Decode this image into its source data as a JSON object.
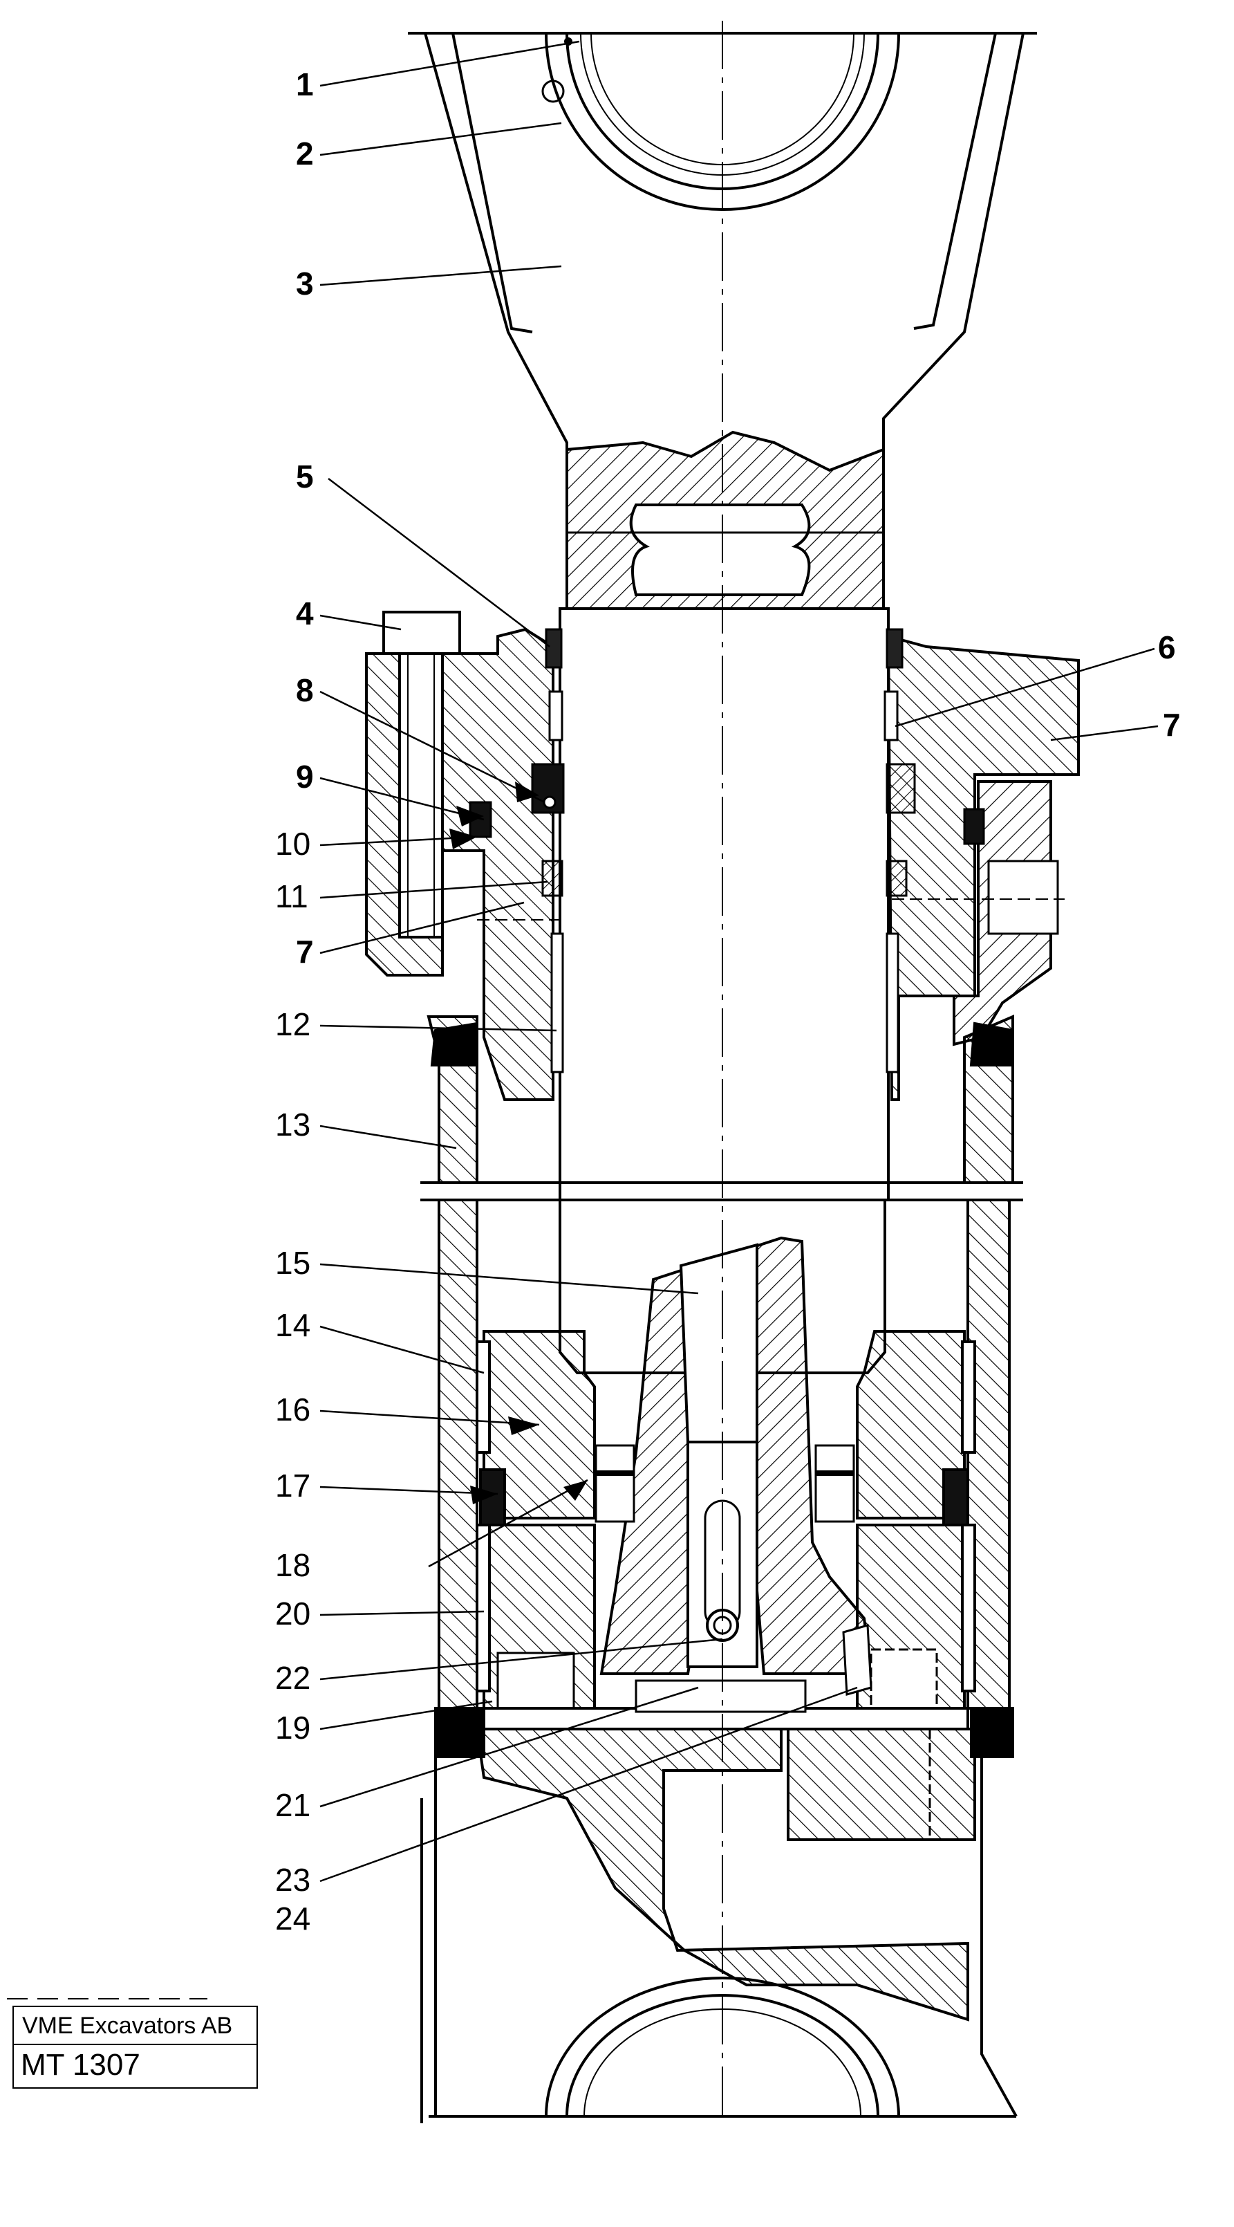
{
  "callouts": {
    "c1": "1",
    "c2": "2",
    "c3": "3",
    "c4": "4",
    "c5": "5",
    "c6": "6",
    "c7a": "7",
    "c7b": "7",
    "c8": "8",
    "c9": "9",
    "c10": "10",
    "c11": "11",
    "c12": "12",
    "c13": "13",
    "c14": "14",
    "c15": "15",
    "c16": "16",
    "c17": "17",
    "c18": "18",
    "c19": "19",
    "c20": "20",
    "c21": "21",
    "c22": "22",
    "c23": "23",
    "c24": "24"
  },
  "stamp": {
    "company": "VME Excavators AB",
    "code": "MT 1307"
  },
  "colors": {
    "ink": "#000000",
    "paper": "#ffffff"
  }
}
